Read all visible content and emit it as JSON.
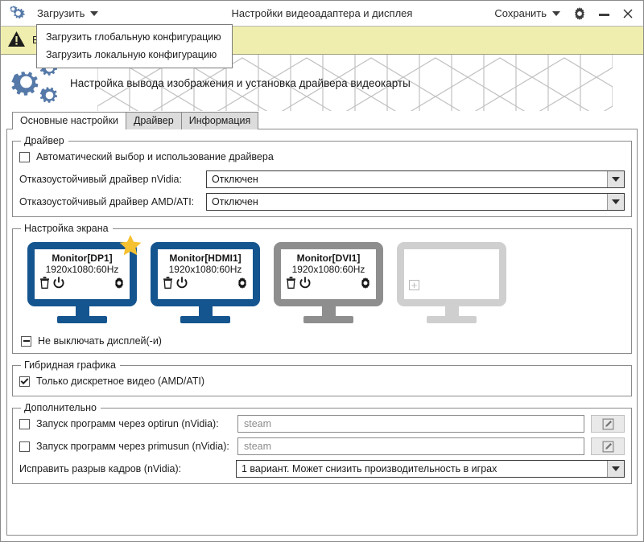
{
  "window": {
    "title": "Настройки видеоадаптера и дисплея",
    "load_menu_label": "Загрузить",
    "save_menu_label": "Сохранить",
    "app_icon": "gears-icon",
    "settings_icon": "gear-icon",
    "minimize_icon": "minimize-icon",
    "close_icon": "close-icon"
  },
  "dropdown": {
    "items": [
      {
        "label": "Загрузить глобальную конфигурацию"
      },
      {
        "label": "Загрузить локальную конфигурацию"
      }
    ]
  },
  "banner": {
    "icon": "warning-triangle-icon",
    "text": "В",
    "background": "#f0eeae"
  },
  "hero": {
    "icon": "gears-icon",
    "title": "Настройка вывода изображения и установка драйвера видеокарты"
  },
  "tabs": [
    {
      "label": "Основные настройки",
      "active": true
    },
    {
      "label": "Драйвер",
      "active": false
    },
    {
      "label": "Информация",
      "active": false
    }
  ],
  "driver_group": {
    "legend": "Драйвер",
    "auto_checkbox": {
      "label": "Автоматический выбор и использование драйвера",
      "state": "unchecked"
    },
    "nvidia": {
      "label": "Отказоустойчивый драйвер nVidia:",
      "value": "Отключен"
    },
    "amd": {
      "label": "Отказоустойчивый драйвер AMD/ATI:",
      "value": "Отключен"
    }
  },
  "screen_group": {
    "legend": "Настройка экрана",
    "monitors": [
      {
        "name": "Monitor[DP1]",
        "resolution": "1920x1080:60Hz",
        "style": "active",
        "primary": true,
        "icons": [
          "trash-icon",
          "power-icon",
          "gear-icon"
        ]
      },
      {
        "name": "Monitor[HDMI1]",
        "resolution": "1920x1080:60Hz",
        "style": "active",
        "primary": false,
        "icons": [
          "trash-icon",
          "power-icon",
          "gear-icon"
        ]
      },
      {
        "name": "Monitor[DVI1]",
        "resolution": "1920x1080:60Hz",
        "style": "disabled",
        "primary": false,
        "icons": [
          "trash-icon",
          "power-icon",
          "gear-icon"
        ]
      },
      {
        "name": "",
        "resolution": "",
        "style": "empty",
        "primary": false,
        "icons": [
          "plus-icon"
        ]
      }
    ],
    "keep_on_checkbox": {
      "label": "Не выключать дисплей(-и)",
      "state": "indeterminate"
    }
  },
  "hybrid_group": {
    "legend": "Гибридная графика",
    "discrete_checkbox": {
      "label": "Только дискретное видео (AMD/ATI)",
      "state": "checked"
    }
  },
  "advanced_group": {
    "legend": "Дополнительно",
    "optirun": {
      "label": "Запуск программ через optirun (nVidia):",
      "state": "unchecked",
      "placeholder": "steam",
      "edit_icon": "pencil-icon"
    },
    "primusun": {
      "label": "Запуск программ через primusun (nVidia):",
      "state": "unchecked",
      "placeholder": "steam",
      "edit_icon": "pencil-icon"
    },
    "tearing": {
      "label": "Исправить разрыв кадров (nVidia):",
      "value": "1 вариант. Может снизить производительность в играх"
    }
  },
  "colors": {
    "accent": "#15558f",
    "gear_blue": "#5579a8",
    "star": "#f5c131",
    "banner": "#f0eeae",
    "disabled": "#8e8e8e",
    "empty": "#cfcfcf"
  }
}
